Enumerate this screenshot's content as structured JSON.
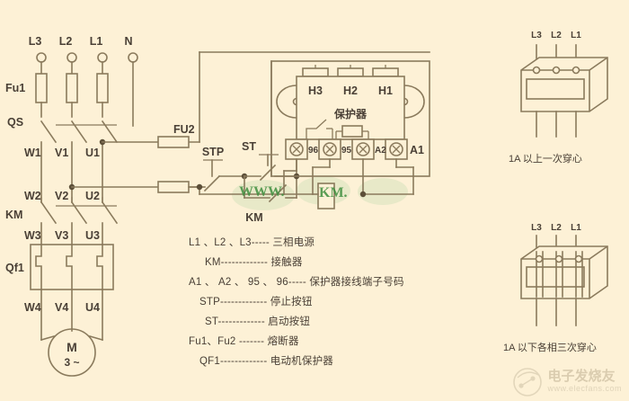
{
  "diagram": {
    "title": "Motor Protector Wiring Schematic",
    "background_color": "#fdf1d6",
    "line_color": "#8a7a5c",
    "text_color": "#4a4036"
  },
  "power": {
    "supply_terminals": [
      "L3",
      "L2",
      "L1",
      "N"
    ],
    "fuse_group_label": "Fu1",
    "disconnect_label": "QS",
    "contactor_label": "KM",
    "breaker_label": "Qf1",
    "row1_labels": [
      "W1",
      "V1",
      "U1"
    ],
    "row2_labels": [
      "W2",
      "V2",
      "U2"
    ],
    "row3_labels": [
      "W3",
      "V3",
      "U3"
    ],
    "row4_labels": [
      "W4",
      "V4",
      "U4"
    ],
    "motor_symbol": "M",
    "motor_phase": "3 ~"
  },
  "control": {
    "fuse_label": "FU2",
    "stop_label": "STP",
    "start_label": "ST",
    "holding_contact_label": "KM",
    "coil_label": "KM"
  },
  "protector": {
    "body_label": "保护器",
    "top_terminals": [
      "H3",
      "H2",
      "H1"
    ],
    "bottom_terminals": [
      "96",
      "95",
      "A2",
      "A1"
    ]
  },
  "ct_diagrams": [
    {
      "phase_labels": [
        "L3",
        "L2",
        "L1"
      ],
      "caption": "1A 以上一次穿心",
      "passes": 1
    },
    {
      "phase_labels": [
        "L3",
        "L2",
        "L1"
      ],
      "caption": "1A 以下各相三次穿心",
      "passes": 3
    }
  ],
  "legend": [
    {
      "symbol": "L1 、L2 、L3",
      "dashes": "-----",
      "meaning": "三相电源"
    },
    {
      "symbol": "KM",
      "dashes": "-------------",
      "meaning": "接触器"
    },
    {
      "symbol": "A1 、 A2 、 95 、 96",
      "dashes": "-----",
      "meaning": "保护器接线端子号码"
    },
    {
      "symbol": "STP",
      "dashes": "-------------",
      "meaning": "停止按钮"
    },
    {
      "symbol": "ST",
      "dashes": "-------------",
      "meaning": "启动按钮"
    },
    {
      "symbol": "Fu1、Fu2",
      "dashes": "-------",
      "meaning": "熔断器"
    },
    {
      "symbol": "QF1",
      "dashes": "-------------",
      "meaning": "电动机保护器"
    }
  ],
  "watermarks": {
    "green_left": "WWW.",
    "green_right": "KM.",
    "brand_cn": "电子发烧友",
    "brand_url": "www.elecfans.com"
  }
}
